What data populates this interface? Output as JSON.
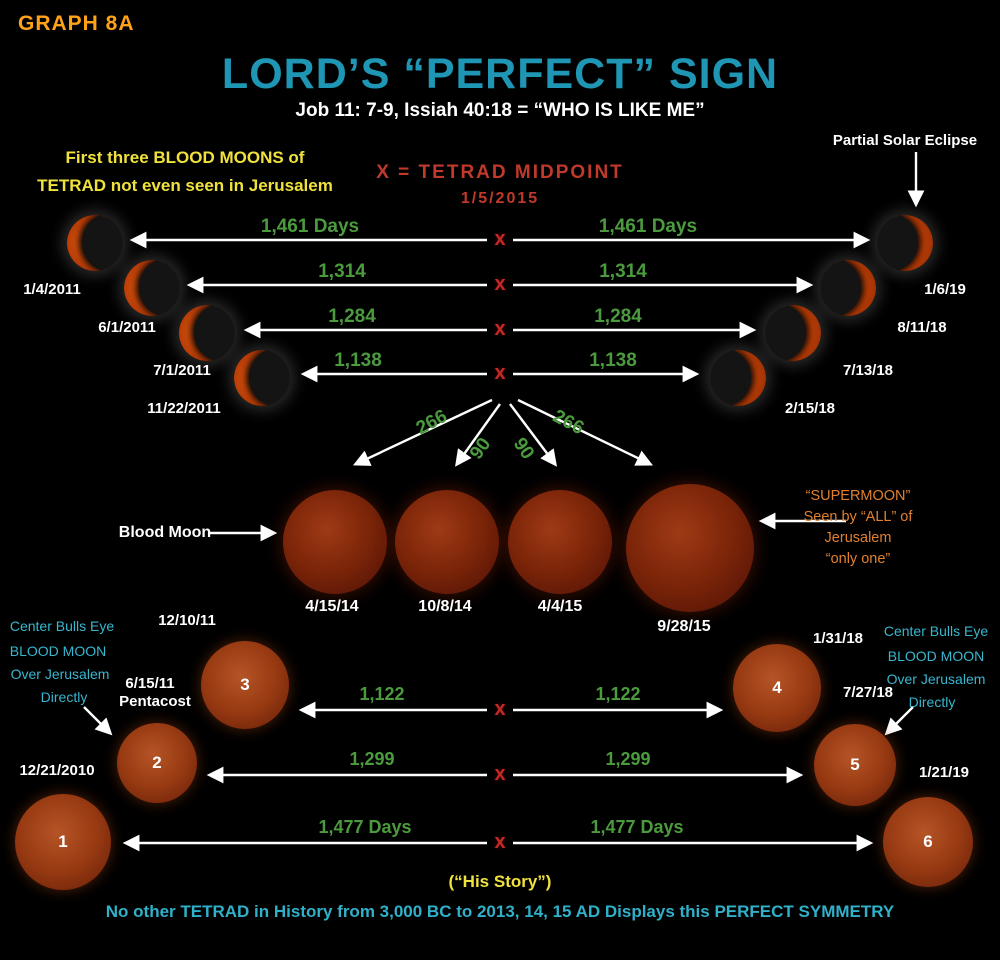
{
  "header": {
    "graph_label": "GRAPH 8A",
    "title": "LORD’S “PERFECT” SIGN",
    "subtitle": "Job 11: 7-9, Issiah 40:18 = “WHO IS LIKE ME”"
  },
  "notes": {
    "tetrad_note_line1": "First three BLOOD MOONS of",
    "tetrad_note_line2": "TETRAD not even seen in Jerusalem",
    "partial_solar_eclipse": "Partial Solar Eclipse",
    "midpoint_title": "X = TETRAD MIDPOINT",
    "midpoint_date": "1/5/2015",
    "blood_moon_label": "Blood Moon",
    "supermoon": [
      "“SUPERMOON”",
      "Seen by “ALL” of",
      "Jerusalem",
      "“only one”"
    ],
    "bullseye_left": [
      "Center Bulls Eye",
      "BLOOD MOON",
      "Over Jerusalem",
      "Directly"
    ],
    "bullseye_right": [
      "Center Bulls Eye",
      "BLOOD MOON",
      "Over Jerusalem",
      "Directly"
    ],
    "his_story": "(“His Story”)",
    "bottom_line": "No other TETRAD in History from 3,000 BC to 2013, 14, 15 AD Displays this PERFECT SYMMETRY"
  },
  "top_intervals": [
    {
      "left": "1,461 Days",
      "right": "1,461 Days"
    },
    {
      "left": "1,314",
      "right": "1,314"
    },
    {
      "left": "1,284",
      "right": "1,284"
    },
    {
      "left": "1,138",
      "right": "1,138"
    }
  ],
  "diagonals": {
    "left_outer": "266",
    "left_inner": "90",
    "right_inner": "90",
    "right_outer": "266"
  },
  "partial_eclipses": {
    "left": [
      {
        "date": "1/4/2011"
      },
      {
        "date": "6/1/2011"
      },
      {
        "date": "7/1/2011"
      },
      {
        "date": "11/22/2011"
      }
    ],
    "right": [
      {
        "date": "1/6/19"
      },
      {
        "date": "8/11/18"
      },
      {
        "date": "7/13/18"
      },
      {
        "date": "2/15/18"
      }
    ]
  },
  "blood_moons": [
    {
      "date": "4/15/14"
    },
    {
      "date": "10/8/14"
    },
    {
      "date": "4/4/15"
    },
    {
      "date": "9/28/15"
    }
  ],
  "numbered_moons": [
    {
      "num": "1",
      "date": "12/21/2010"
    },
    {
      "num": "2",
      "date": "6/15/11",
      "sublabel": "Pentacost"
    },
    {
      "num": "3",
      "date": "12/10/11"
    },
    {
      "num": "4",
      "date": "1/31/18"
    },
    {
      "num": "5",
      "date": "7/27/18"
    },
    {
      "num": "6",
      "date": "1/21/19"
    }
  ],
  "bottom_intervals": [
    {
      "left": "1,122",
      "right": "1,122"
    },
    {
      "left": "1,299",
      "right": "1,299"
    },
    {
      "left": "1,477 Days",
      "right": "1,477 Days"
    }
  ],
  "x_marker": "x",
  "colors": {
    "background": "#000000",
    "title_teal": "#1E96B4",
    "accent_orange": "#FFA217",
    "note_yellow": "#F0E23C",
    "interval_green": "#4B9B3E",
    "midpoint_red": "#C0392B",
    "teal_note": "#38B6CE",
    "supermoon_orange": "#E0802F"
  }
}
